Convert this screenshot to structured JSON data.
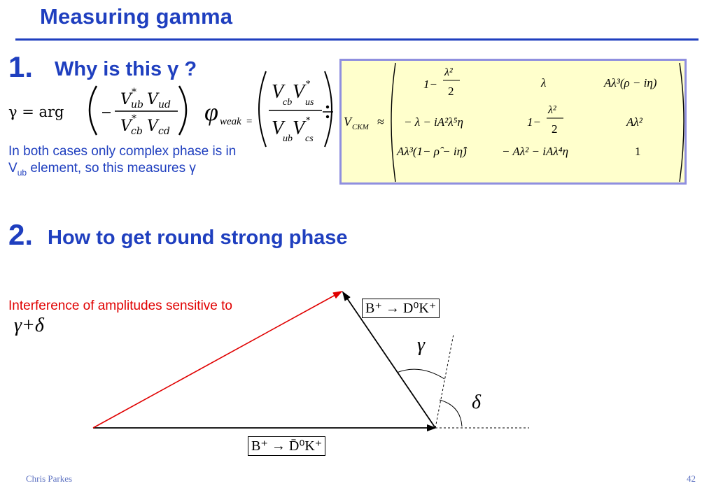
{
  "slide": {
    "title": "Measuring gamma",
    "footer_author": "Chris Parkes",
    "page_number": "42"
  },
  "section1": {
    "number": "1.",
    "heading": "Why is this γ ?",
    "gamma_formula": {
      "lhs": "γ = arg",
      "numerator": [
        "V",
        "*",
        "ub",
        "V",
        "ud"
      ],
      "denominator": [
        "V",
        "*",
        "cb",
        "V",
        "cd"
      ]
    },
    "phi_formula": {
      "symbol": "φ",
      "subscript": "weak",
      "equals": "="
    },
    "explanation_line1": "In both cases only complex phase is in",
    "explanation_line2_V": "V",
    "explanation_line2_sub": "ub",
    "explanation_line2_rest": " element, so this measures γ"
  },
  "ckm": {
    "label_V": "V",
    "label_sub": "CKM",
    "approx": "≈",
    "rows": [
      [
        "1−λ²/2",
        "λ",
        "Aλ³(ρ−iη)"
      ],
      [
        "−λ−iA²λ⁵η",
        "1−λ²/2",
        "Aλ²"
      ],
      [
        "Aλ³(1−ρ̂−iη̂)",
        "−Aλ²−iAλ⁴η",
        "1"
      ]
    ],
    "colors": {
      "background": "#ffffcc",
      "border": "#8f8fdf"
    }
  },
  "section2": {
    "number": "2.",
    "heading": "How to get round strong phase",
    "interference_text": "Interference of amplitudes sensitive to",
    "gamma_plus_delta": "γ+δ"
  },
  "diagram": {
    "upper_label": "B⁺ → D⁰K⁺",
    "lower_label": "B⁺ → D̄⁰K⁺",
    "gamma_symbol": "γ",
    "delta_symbol": "δ",
    "colors": {
      "resultant": "#e00000",
      "vectors": "#000000"
    }
  },
  "colors": {
    "accent_blue": "#1f3fbf",
    "red": "#e00000"
  }
}
